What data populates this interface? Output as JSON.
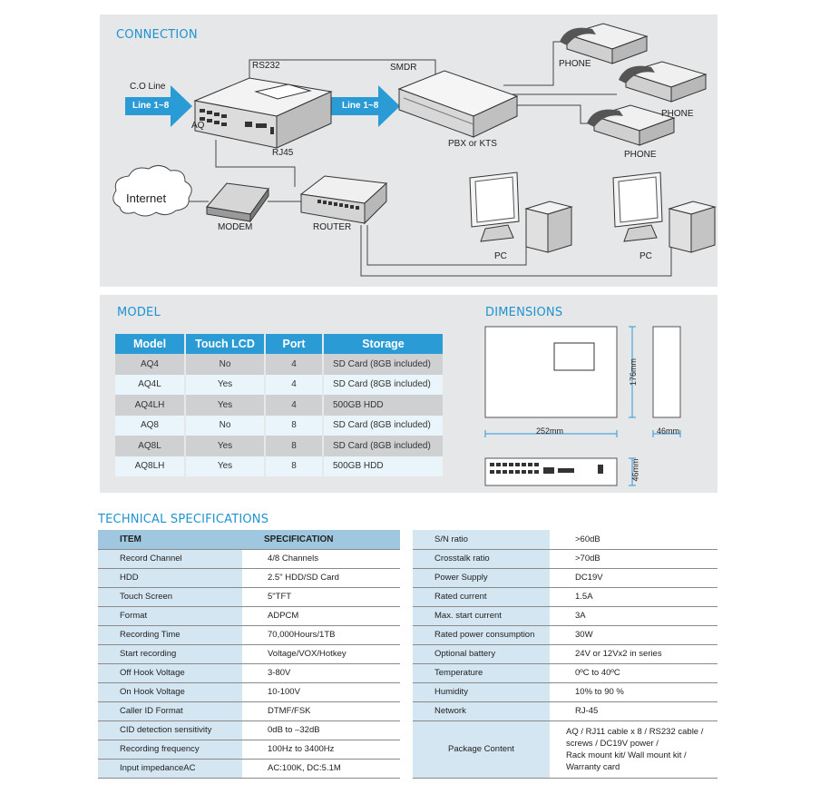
{
  "connection": {
    "title": "CONNECTION",
    "labels": {
      "co_line": "C.O Line",
      "line_in": "Line 1~8",
      "line_out": "Line 1~8",
      "aq": "AQ",
      "rs232": "RS232",
      "smdr": "SMDR",
      "rj45": "RJ45",
      "pbx": "PBX or KTS",
      "phone1": "PHONE",
      "phone2": "PHONE",
      "phone3": "PHONE",
      "internet": "Internet",
      "modem": "MODEM",
      "router": "ROUTER",
      "pc1": "PC",
      "pc2": "PC"
    }
  },
  "model": {
    "title": "MODEL",
    "headers": [
      "Model",
      "Touch LCD",
      "Port",
      "Storage"
    ],
    "rows": [
      [
        "AQ4",
        "No",
        "4",
        "SD Card (8GB included)"
      ],
      [
        "AQ4L",
        "Yes",
        "4",
        "SD Card (8GB included)"
      ],
      [
        "AQ4LH",
        "Yes",
        "4",
        "500GB HDD"
      ],
      [
        "AQ8",
        "No",
        "8",
        "SD Card (8GB included)"
      ],
      [
        "AQ8L",
        "Yes",
        "8",
        "SD Card (8GB included)"
      ],
      [
        "AQ8LH",
        "Yes",
        "8",
        "500GB HDD"
      ]
    ]
  },
  "dimensions": {
    "title": "DIMENSIONS",
    "width": "252mm",
    "depth": "176mm",
    "height_side": "46mm",
    "height_front": "46mm"
  },
  "specs": {
    "title": "TECHNICAL SPECIFICATIONS",
    "left_header": [
      "ITEM",
      "SPECIFICATION"
    ],
    "left_rows": [
      [
        "Record Channel",
        "4/8 Channels"
      ],
      [
        "HDD",
        "2.5\" HDD/SD Card"
      ],
      [
        "Touch Screen",
        "5\"TFT"
      ],
      [
        "Format",
        "ADPCM"
      ],
      [
        "Recording Time",
        "70,000Hours/1TB"
      ],
      [
        "Start recording",
        "Voltage/VOX/Hotkey"
      ],
      [
        "Off Hook Voltage",
        "3-80V"
      ],
      [
        "On Hook Voltage",
        "10-100V"
      ],
      [
        "Caller ID Format",
        "DTMF/FSK"
      ],
      [
        "CID detection sensitivity",
        "0dB to –32dB"
      ],
      [
        "Recording frequency",
        "100Hz to 3400Hz"
      ],
      [
        "Input impedanceAC",
        "AC:100K, DC:5.1M"
      ]
    ],
    "right_rows": [
      [
        "S/N ratio",
        ">60dB"
      ],
      [
        "Crosstalk ratio",
        ">70dB"
      ],
      [
        "Power Supply",
        "DC19V"
      ],
      [
        "Rated current",
        "1.5A"
      ],
      [
        "Max. start current",
        "3A"
      ],
      [
        "Rated power consumption",
        "30W"
      ],
      [
        "Optional battery",
        "24V or 12Vx2 in series"
      ],
      [
        "Temperature",
        "0ºC to 40ºC"
      ],
      [
        "Humidity",
        "10% to 90 %"
      ],
      [
        "Network",
        "RJ-45"
      ]
    ],
    "package_label": "Package Content",
    "package_lines": [
      "AQ / RJ11 cable x 8 / RS232 cable /",
      "screws / DC19V power /",
      "Rack mount kit/ Wall mount kit /",
      "Warranty card"
    ]
  }
}
